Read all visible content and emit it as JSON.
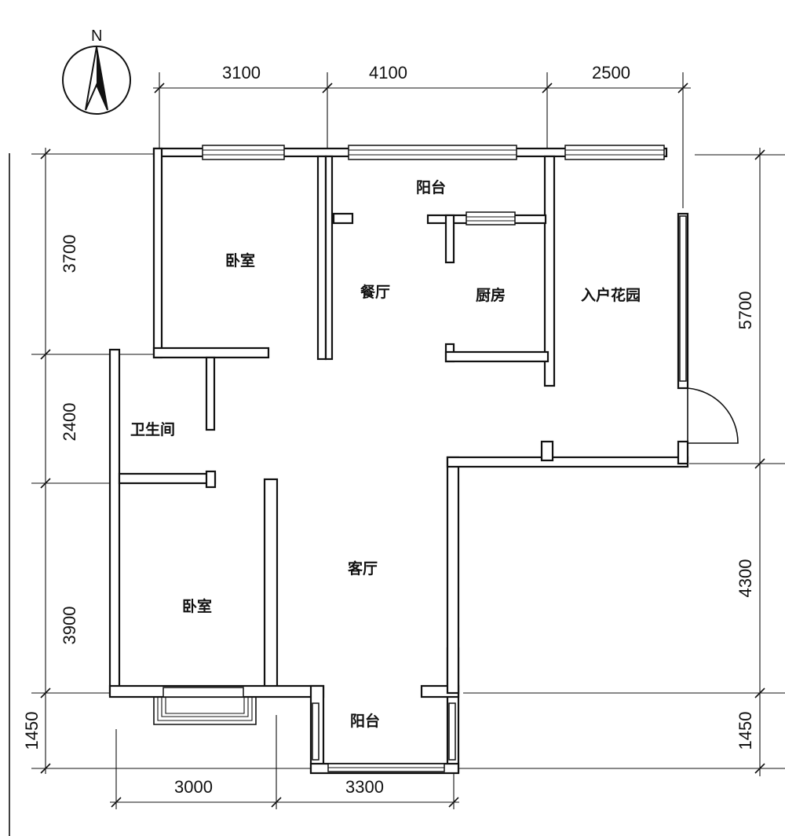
{
  "compass": {
    "label": "N"
  },
  "rooms": {
    "bedroom_north": "卧室",
    "balcony_north": "阳台",
    "dining": "餐厅",
    "kitchen": "厨房",
    "entry_garden": "入户花园",
    "bathroom": "卫生间",
    "living": "客厅",
    "bedroom_south": "卧室",
    "balcony_south": "阳台"
  },
  "dimensions": {
    "top": [
      "3100",
      "4100",
      "2500"
    ],
    "left": [
      "3700",
      "2400",
      "3900",
      "1450"
    ],
    "right": [
      "5700",
      "4300",
      "1450"
    ],
    "bottom": [
      "3000",
      "3300"
    ]
  }
}
